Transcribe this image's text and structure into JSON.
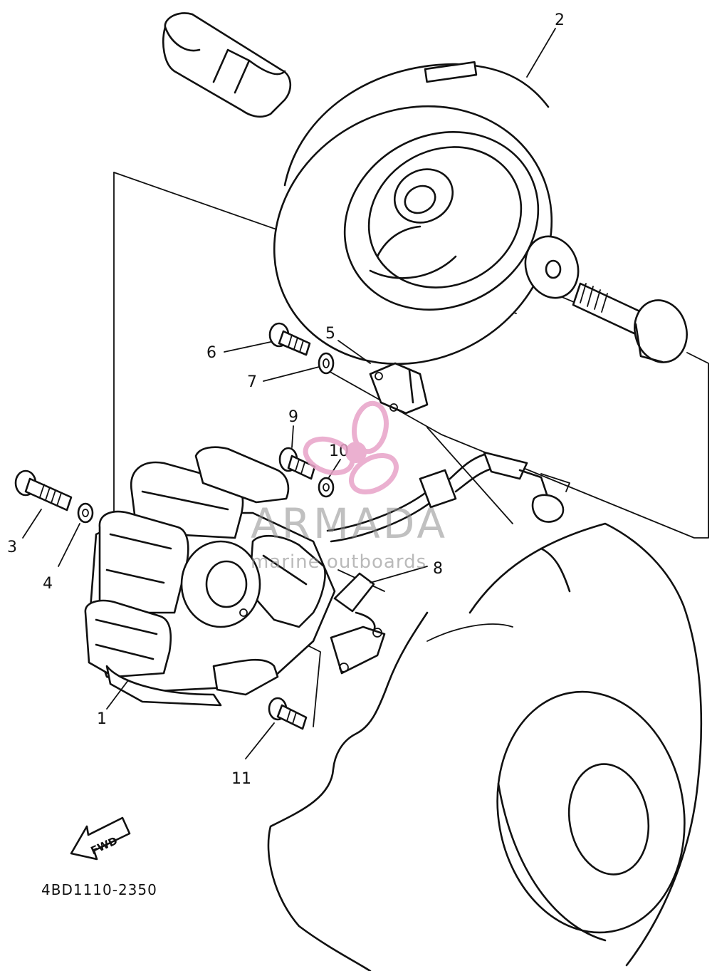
{
  "diagram": {
    "callouts": [
      {
        "id": "1",
        "label": "1"
      },
      {
        "id": "2",
        "label": "2"
      },
      {
        "id": "3",
        "label": "3"
      },
      {
        "id": "4",
        "label": "4"
      },
      {
        "id": "5",
        "label": "5"
      },
      {
        "id": "6",
        "label": "6"
      },
      {
        "id": "7",
        "label": "7"
      },
      {
        "id": "8",
        "label": "8"
      },
      {
        "id": "9",
        "label": "9"
      },
      {
        "id": "10",
        "label": "10"
      },
      {
        "id": "11",
        "label": "11"
      }
    ],
    "direction_label": "FWD",
    "part_code": "4BD1110-2350"
  },
  "watermark": {
    "brand": "ARMADA",
    "tagline": "marine outboards",
    "colors": {
      "logo": "#e8a3c8",
      "text": "#8c8c8c"
    }
  }
}
